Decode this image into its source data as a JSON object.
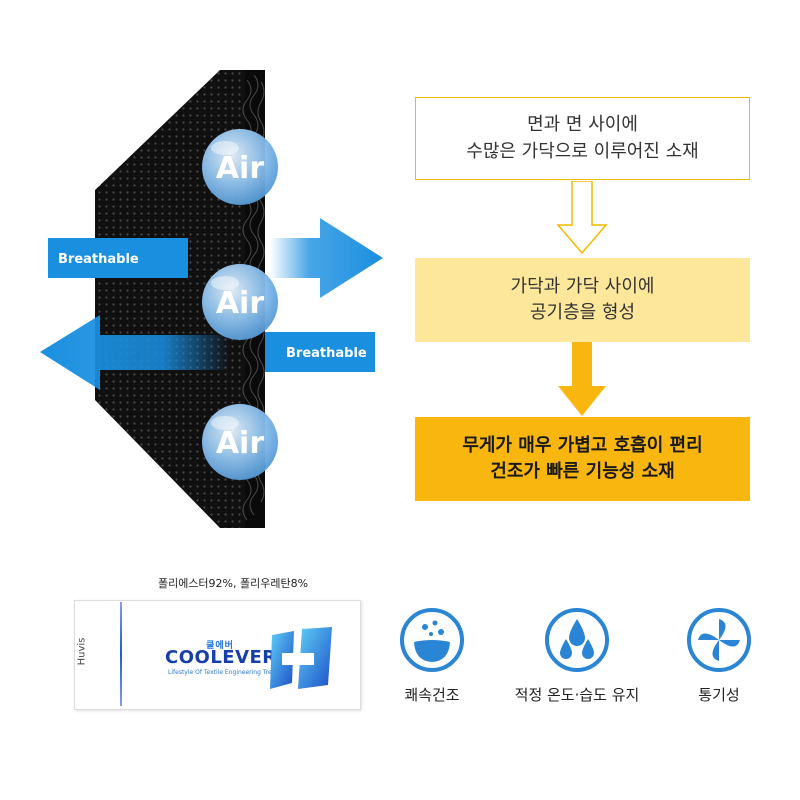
{
  "illustration": {
    "badges": [
      "Air",
      "Air",
      "Air"
    ],
    "breathable_top": "Breathable",
    "breathable_bottom": "Breathable"
  },
  "flow": {
    "box1": [
      "면과 면 사이에",
      "수많은 가닥으로 이루어진 소재"
    ],
    "box2": [
      "가닥과 가닥 사이에",
      "공기층을 형성"
    ],
    "box3": [
      "무게가 매우 가볍고 호흡이 편리",
      "건조가 빠른 기능성 소재"
    ]
  },
  "product": {
    "composition": "폴리에스터92%, 폴리우레탄8%",
    "maker": "Huvis",
    "brand_sub": "쿨에버",
    "brand_name": "COOLEVER™",
    "brand_tag": "Lifestyle Of Textile Engineering Trend"
  },
  "features": [
    {
      "label": "쾌속건조",
      "icon": "drops-in-bowl-icon"
    },
    {
      "label": "적정 온도·습도 유지",
      "icon": "water-drops-icon"
    },
    {
      "label": "통기성",
      "icon": "fan-icon"
    }
  ],
  "colors": {
    "arrow_blue": "#1a8fe0",
    "circle_blue": "#1a7fd0",
    "amber": "#f9b60f",
    "light_amber": "#fde79a",
    "box_border": "#f5b800"
  }
}
